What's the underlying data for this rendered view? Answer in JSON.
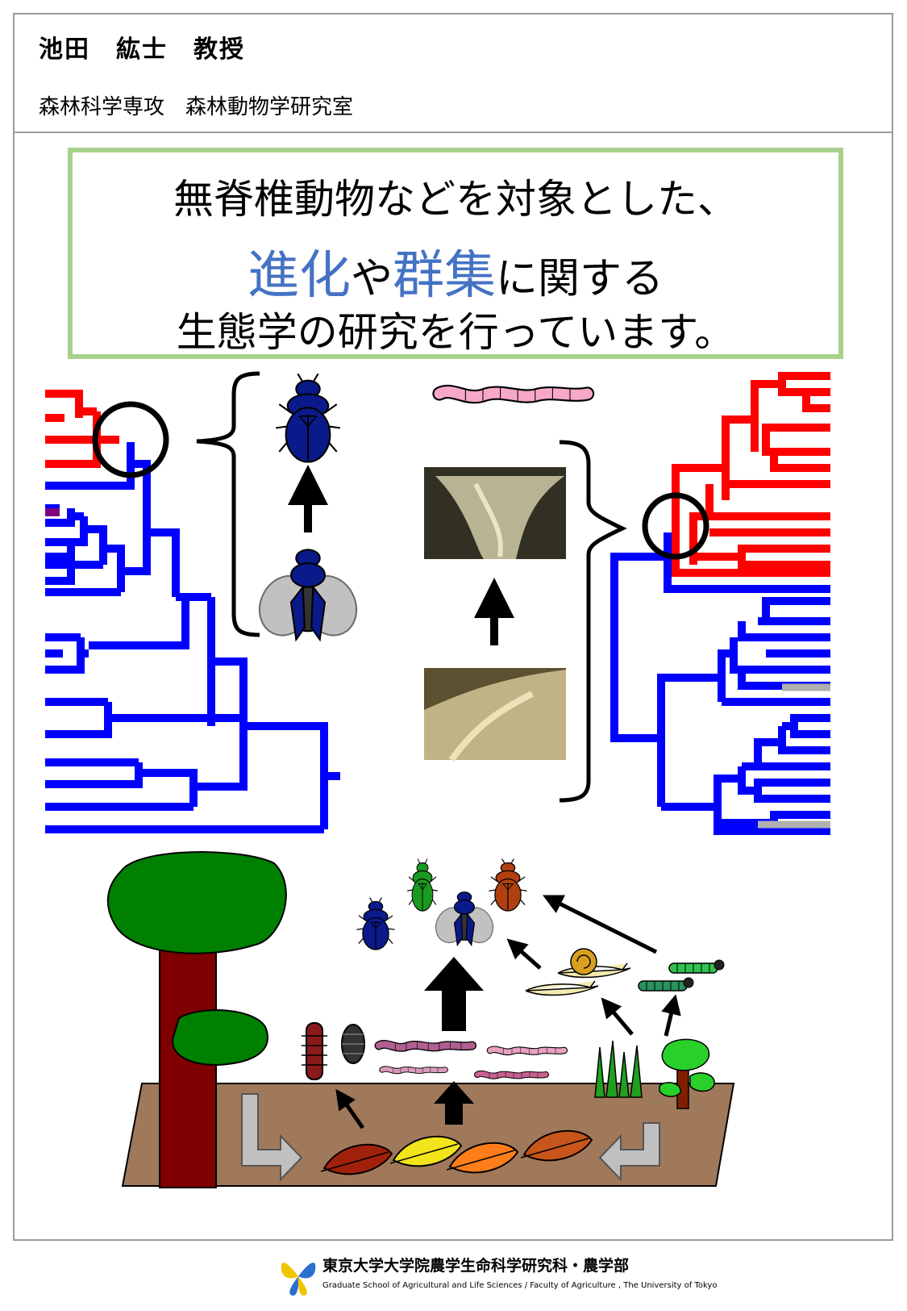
{
  "header": {
    "name": "池田　紘士　教授",
    "department": "森林科学専攻　森林動物学研究室"
  },
  "summary": {
    "line1": "無脊椎動物などを対象とした、",
    "line2_term1": "進化",
    "line2_mid": "や",
    "line2_term2": "群集",
    "line2_end": "に関する",
    "line3": "生態学の研究を行っています。"
  },
  "colors": {
    "accent": "#4472c4",
    "summary_border": "#a9d18e",
    "tree_red": "#ff0000",
    "tree_blue": "#0000ff",
    "soil": "#a0785a",
    "trunk": "#7f0000",
    "foliage": "#008000"
  },
  "footer": {
    "university_ja": "東京大学大学院農学生命科学研究科・農学部",
    "university_en": "Graduate School of Agricultural and Life Sciences / Faculty of Agriculture , The University of Tokyo"
  },
  "icons": [
    "beetle-icon",
    "fly-icon",
    "earthworm-icon",
    "snail-icon",
    "slug-icon",
    "caterpillar-icon",
    "millipede-icon",
    "woodlouse-icon",
    "leaf-icon",
    "tree-icon",
    "grass-icon",
    "arrow-icon",
    "university-logo-icon"
  ]
}
